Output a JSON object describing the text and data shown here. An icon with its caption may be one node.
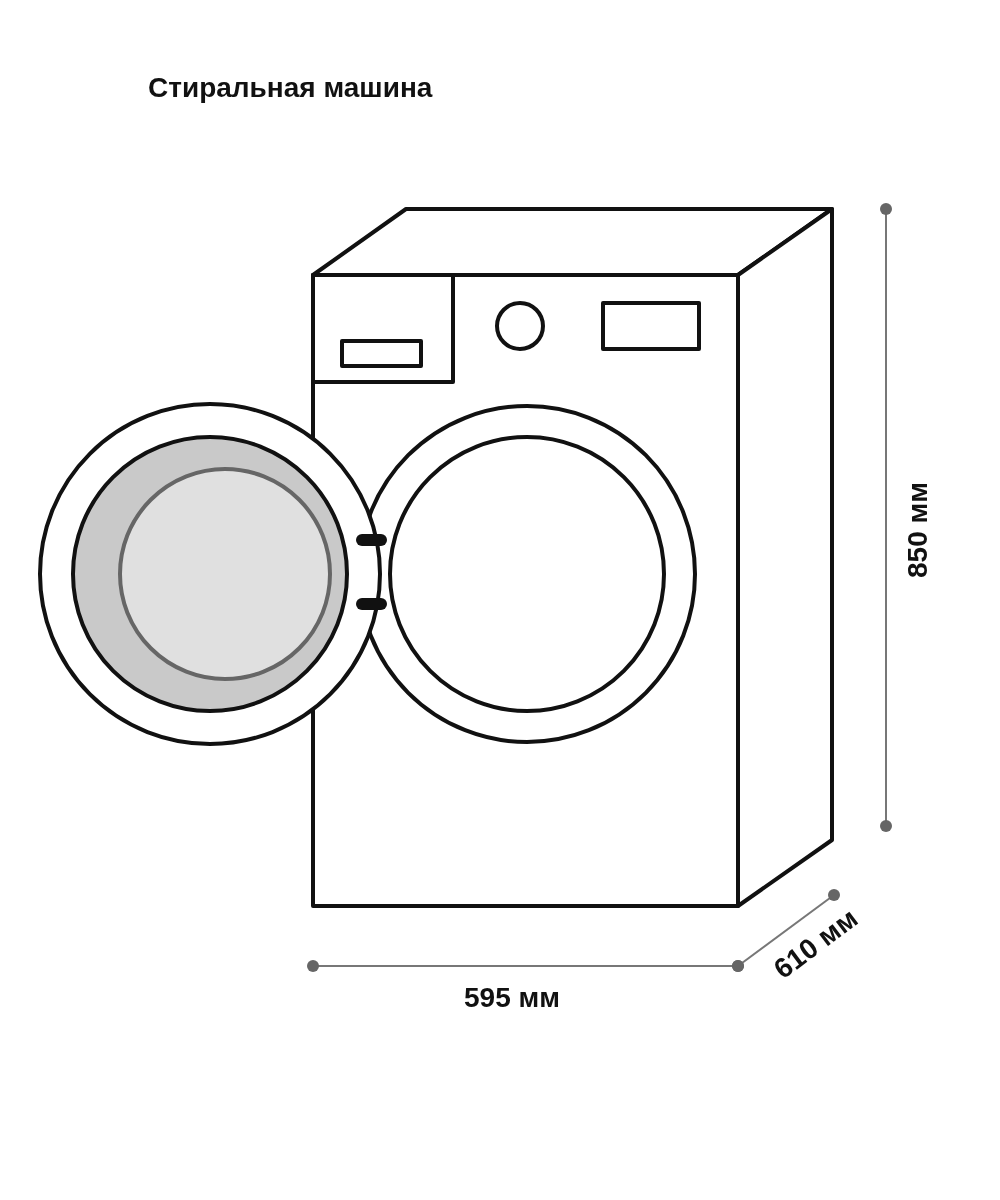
{
  "diagram": {
    "title": "Стиральная машина",
    "labels": [
      "850 мм",
      "595 мм",
      "610 мм"
    ]
  }
}
